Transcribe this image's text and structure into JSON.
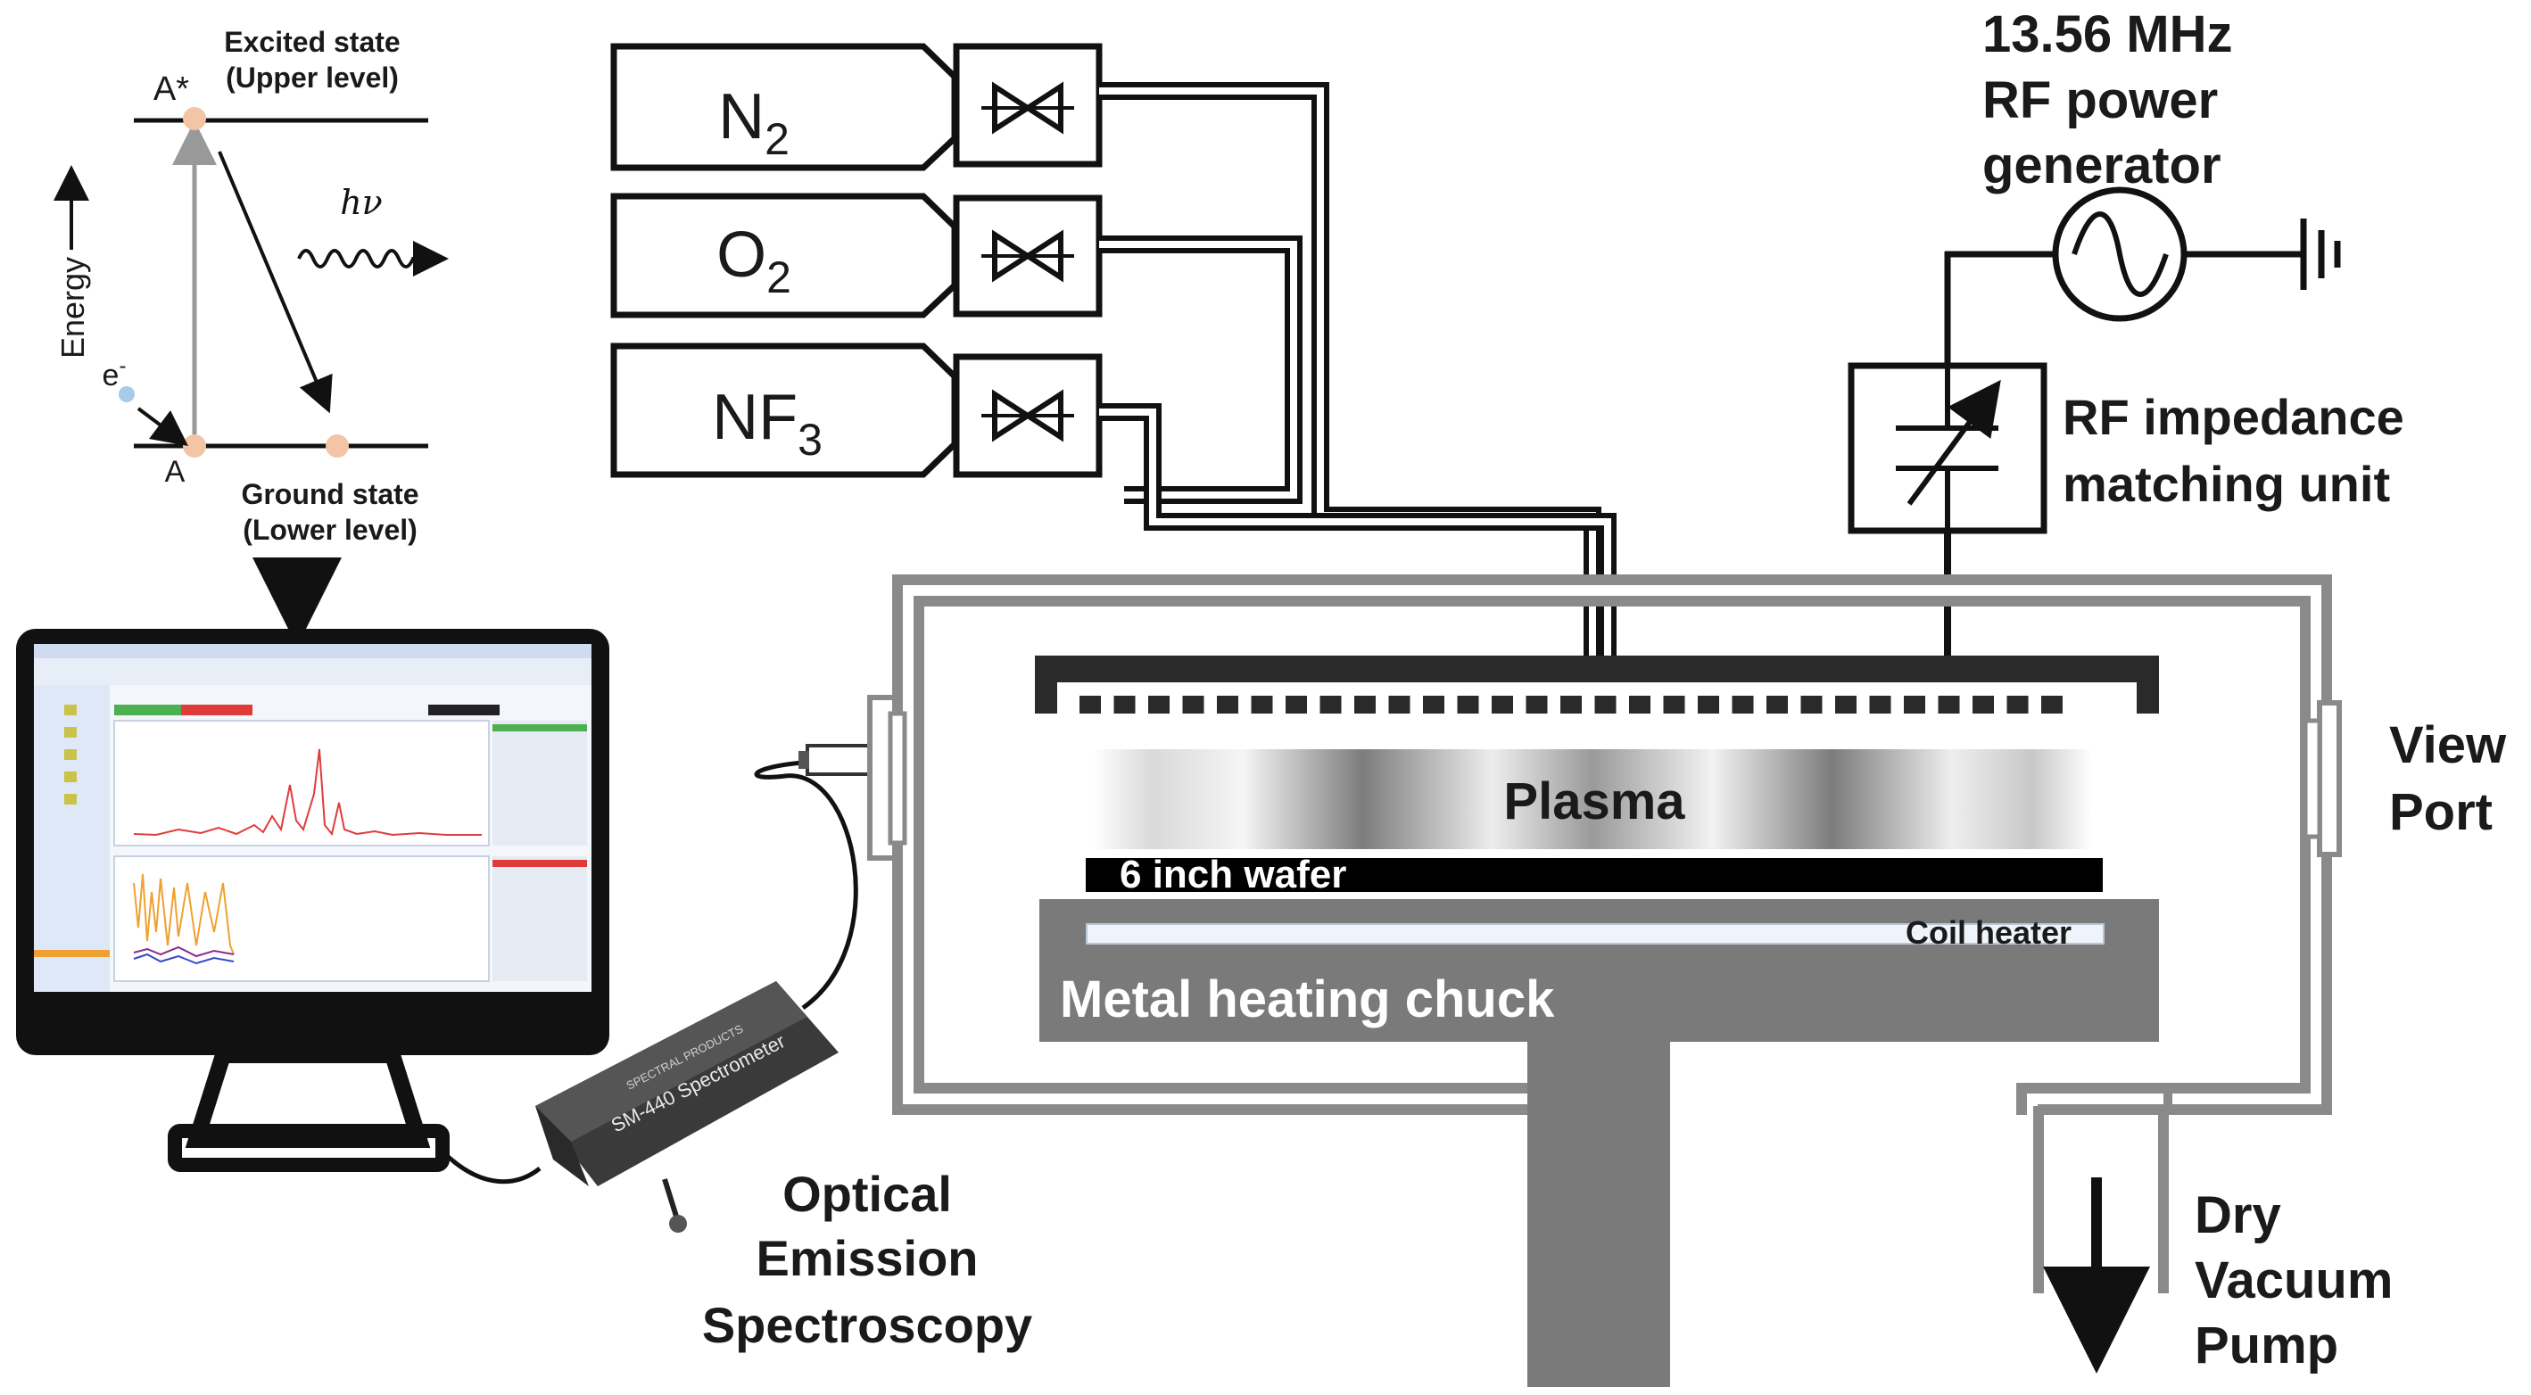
{
  "energy_diagram": {
    "excited_title": "Excited state",
    "excited_sub": "(Upper level)",
    "excited_atom": "A*",
    "ground_title": "Ground state",
    "ground_sub": "(Lower level)",
    "ground_atom": "A",
    "electron_label": "e",
    "electron_sup": "-",
    "photon_label": "hν",
    "energy_axis_label": "Energy"
  },
  "gases": [
    {
      "base": "N",
      "sub": "2"
    },
    {
      "base": "O",
      "sub": "2"
    },
    {
      "base": "NF",
      "sub": "3"
    }
  ],
  "rf": {
    "generator_line1": "13.56 MHz",
    "generator_line2": "RF power",
    "generator_line3": "generator",
    "matching_line1": "RF impedance",
    "matching_line2": "matching unit"
  },
  "chamber": {
    "plasma_label": "Plasma",
    "wafer_label": "6 inch wafer",
    "heater_label": "Coil heater",
    "chuck_label": "Metal heating chuck",
    "view_port_line1": "View",
    "view_port_line2": "Port",
    "pump_line1": "Dry",
    "pump_line2": "Vacuum",
    "pump_line3": "Pump"
  },
  "oes": {
    "line1": "Optical",
    "line2": "Emission",
    "line3": "Spectroscopy",
    "device_model": "SM-440 Spectrometer",
    "device_brand": "SPECTRAL PRODUCTS"
  },
  "colors": {
    "atom": "#f4c4a6",
    "electron": "#a9cbe8",
    "chamber_wall": "#8a8a8a",
    "chuck": "#7a7a7a",
    "showerhead": "#2a2a2a",
    "heater": "#eef4fa",
    "monitor_red": "#e03b3b",
    "monitor_green": "#4caf50",
    "monitor_orange": "#f0a030"
  }
}
